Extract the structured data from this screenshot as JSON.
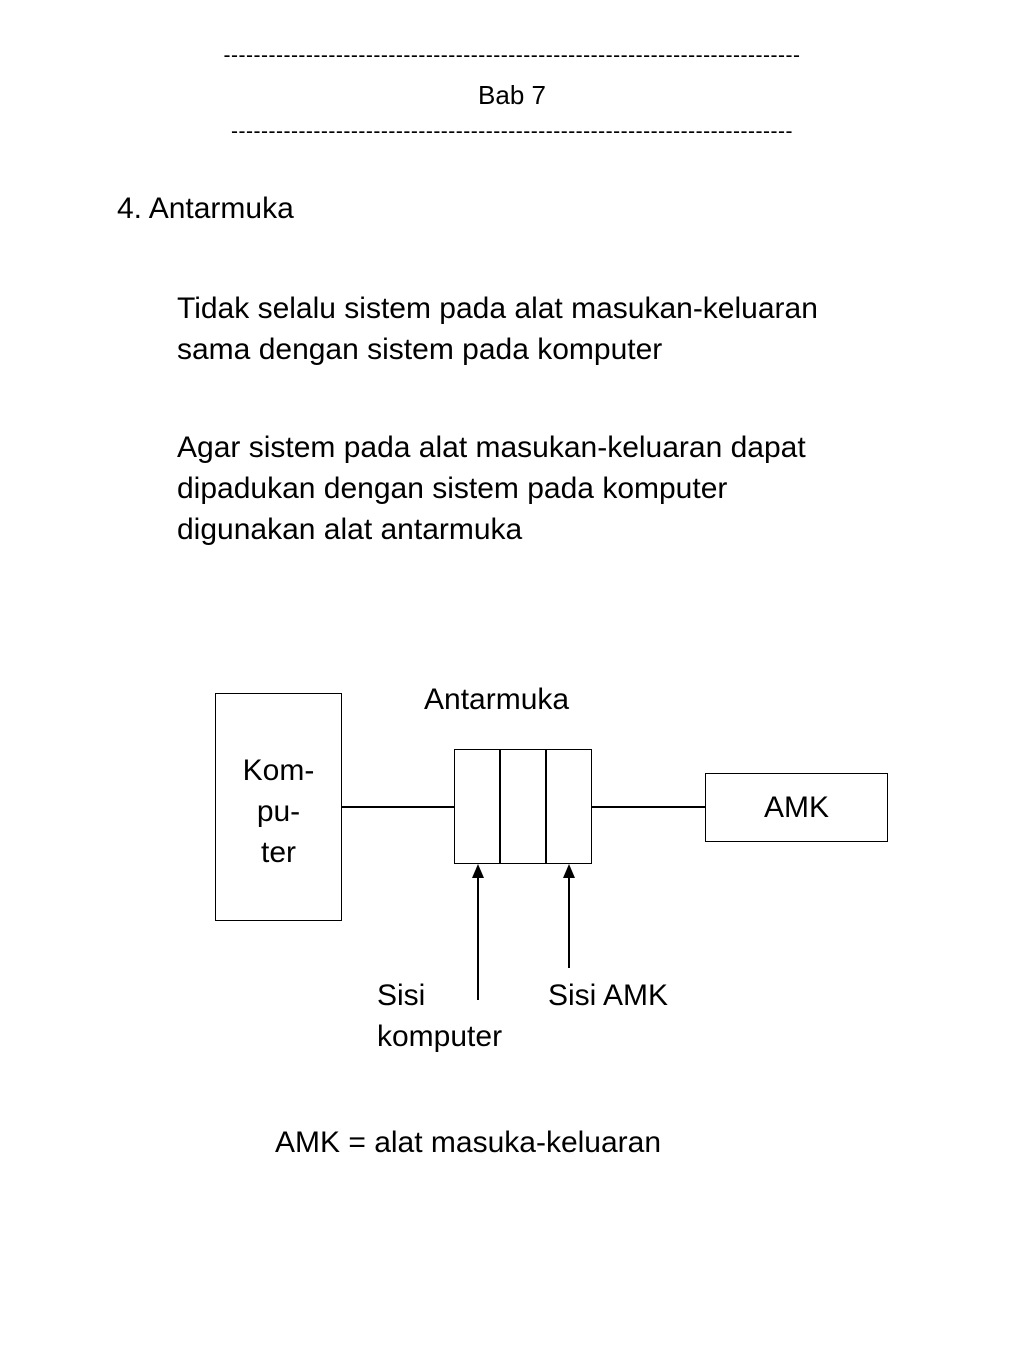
{
  "header": {
    "rule_top": "-----------------------------------------------------------------------------",
    "chapter": "Bab 7",
    "rule_bottom": "---------------------------------------------------------------------------"
  },
  "section": {
    "title": "4. Antarmuka"
  },
  "paragraphs": [
    {
      "lines": [
        "Tidak selalu sistem pada alat masukan-keluaran",
        "sama dengan sistem pada komputer"
      ]
    },
    {
      "lines": [
        "Agar sistem pada alat masukan-keluaran dapat",
        "dipadukan dengan sistem pada komputer",
        "digunakan alat antarmuka"
      ]
    }
  ],
  "diagram": {
    "interface_label": "Antarmuka",
    "computer_lines": [
      "Kom-",
      "pu-",
      "ter"
    ],
    "device_label": "AMK",
    "side_computer_lines": [
      "Sisi",
      "komputer"
    ],
    "side_device_label": "Sisi AMK",
    "legend": "AMK = alat masuka-keluaran"
  }
}
